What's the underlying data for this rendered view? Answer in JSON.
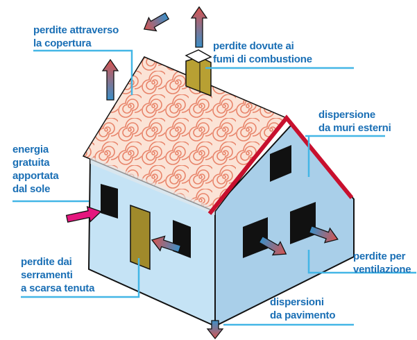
{
  "labels": {
    "roof": [
      "perdite attraverso",
      "la copertura"
    ],
    "flue": [
      "perdite dovute ai",
      "fumi di combustione"
    ],
    "walls": [
      "dispersione",
      "da muri esterni"
    ],
    "solar": [
      "energia",
      "gratuita",
      "apportata",
      "dal sole"
    ],
    "windows": [
      "perdite dai",
      "serramenti",
      "a scarsa tenuta"
    ],
    "ventilation": [
      "perdite per",
      "ventilazione"
    ],
    "floor": [
      "dispersioni",
      "da pavimento"
    ]
  },
  "colors": {
    "label_text": "#1a6fb5",
    "leader_line": "#43b6e6",
    "wall_front": "#c5e3f5",
    "wall_side": "#a9cfe9",
    "roof_fill": "#fbe3d6",
    "roof_swirl": "#e8846a",
    "roof_edge": "#c8102e",
    "door": "#a08a2b",
    "chimney": "#b8a033",
    "window": "#111111",
    "heat_arrow_hot": "#d9534f",
    "heat_arrow_cold": "#3a8fc8",
    "solar_arrow": "#e5177e"
  }
}
